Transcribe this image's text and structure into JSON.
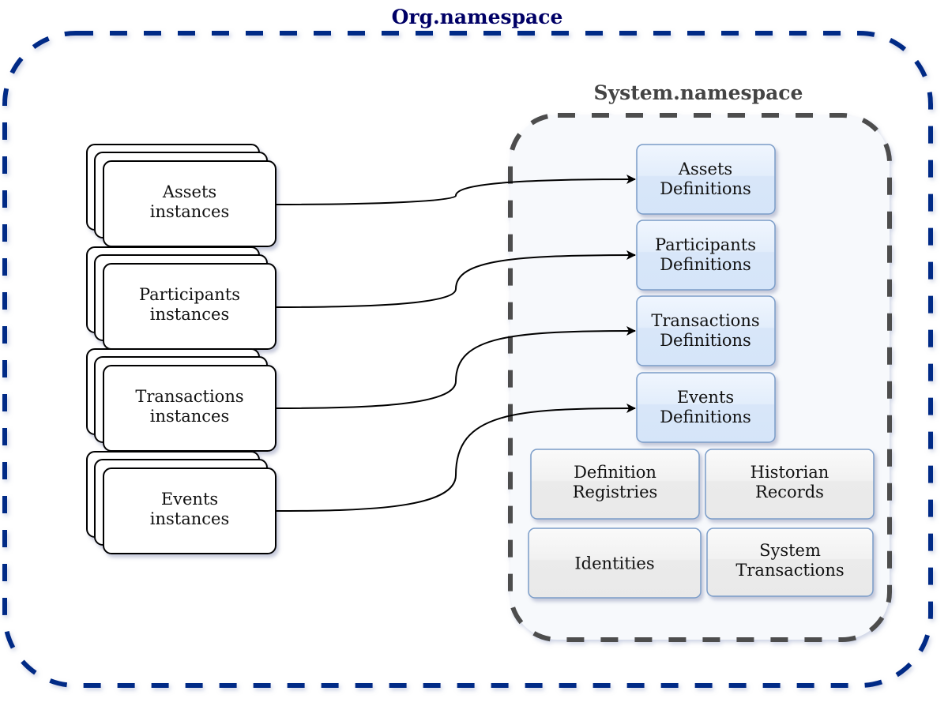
{
  "org_namespace": {
    "title": "Org.namespace",
    "border_color": "#002a86",
    "title_color": "#000066"
  },
  "system_namespace": {
    "title": "System.namespace",
    "border_color": "#4d4d4d",
    "fill_color": "#f7f9fc",
    "title_color": "#444444"
  },
  "instances": [
    {
      "line1": "Assets",
      "line2": "instances"
    },
    {
      "line1": "Participants",
      "line2": "instances"
    },
    {
      "line1": "Transactions",
      "line2": "instances"
    },
    {
      "line1": "Events",
      "line2": "instances"
    }
  ],
  "definitions": [
    {
      "line1": "Assets",
      "line2": "Definitions"
    },
    {
      "line1": "Participants",
      "line2": "Definitions"
    },
    {
      "line1": "Transactions",
      "line2": "Definitions"
    },
    {
      "line1": "Events",
      "line2": "Definitions"
    }
  ],
  "system_items": [
    {
      "line1": "Definition",
      "line2": "Registries"
    },
    {
      "line1": "Historian",
      "line2": "Records"
    },
    {
      "line1": "Identities",
      "line2": ""
    },
    {
      "line1": "System",
      "line2": "Transactions"
    }
  ],
  "connections": [
    {
      "from": "Assets instances",
      "to": "Assets Definitions"
    },
    {
      "from": "Participants instances",
      "to": "Participants Definitions"
    },
    {
      "from": "Transactions instances",
      "to": "Transactions Definitions"
    },
    {
      "from": "Events instances",
      "to": "Events Definitions"
    }
  ],
  "colors": {
    "definition_fill_top": "#eaf2fd",
    "definition_fill_bottom": "#d4e4f8",
    "definition_border": "#7a9cc8",
    "system_item_fill_top": "#f8f8f8",
    "system_item_fill_bottom": "#e8e8e8",
    "system_item_border": "#7a9cc8"
  }
}
